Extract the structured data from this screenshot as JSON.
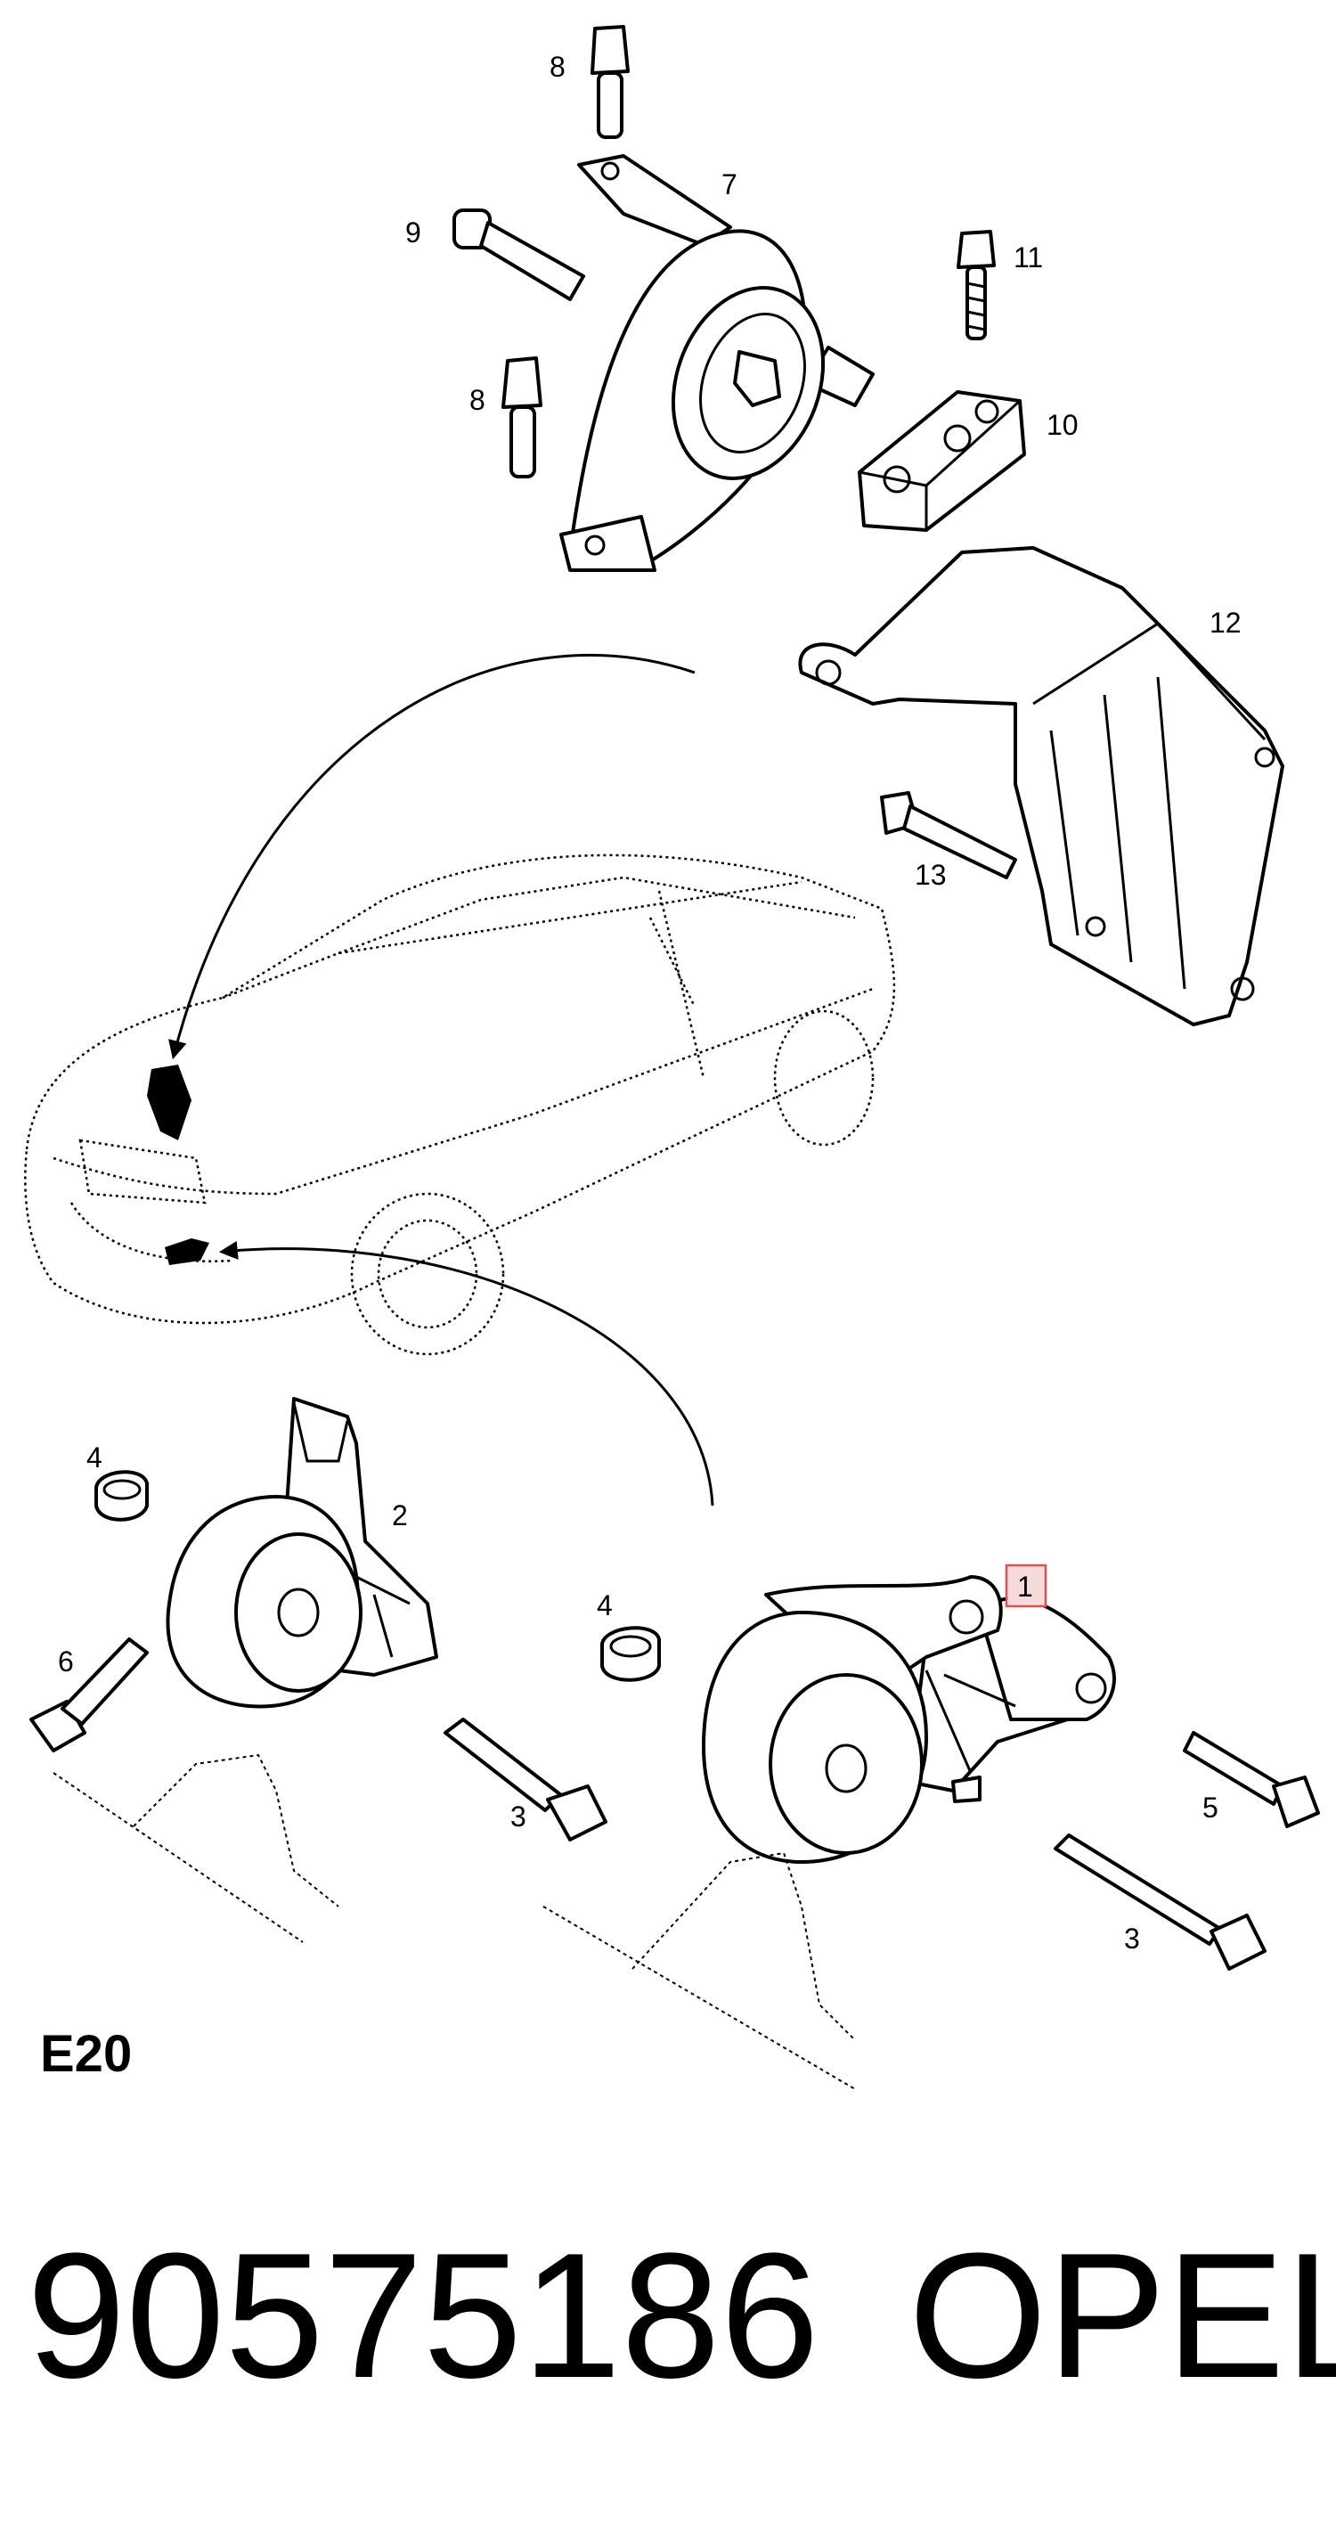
{
  "diagram": {
    "callouts": {
      "c1": "1",
      "c2": "2",
      "c3a": "3",
      "c3b": "3",
      "c4a": "4",
      "c4b": "4",
      "c5": "5",
      "c6": "6",
      "c7": "7",
      "c8a": "8",
      "c8b": "8",
      "c9": "9",
      "c10": "10",
      "c11": "11",
      "c12": "12",
      "c13": "13"
    },
    "engine_code": "E20",
    "highlighted_callout": "1",
    "highlight_color": "#e05050"
  },
  "footer": {
    "part_number": "90575186",
    "brand": "OPEL"
  }
}
